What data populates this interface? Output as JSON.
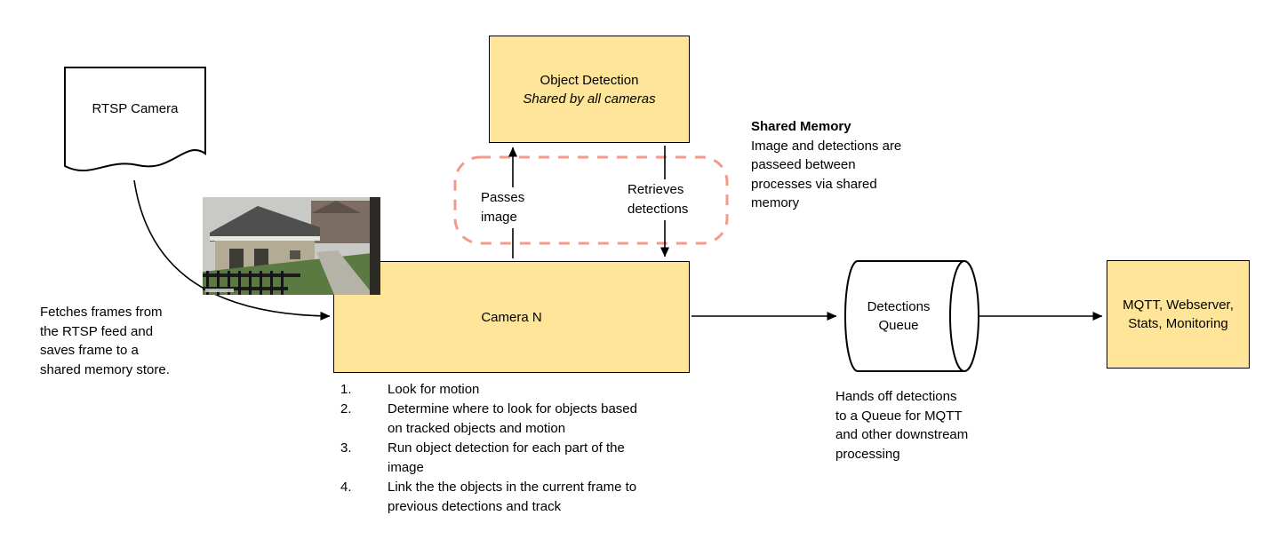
{
  "colors": {
    "node_fill": "#ffe599",
    "node_border": "#000000",
    "dashed_boundary": "#f4998c",
    "arrow": "#000000"
  },
  "nodes": {
    "rtsp_camera": {
      "label": "RTSP Camera"
    },
    "object_detection": {
      "title": "Object Detection",
      "subtitle": "Shared by all cameras"
    },
    "camera_n": {
      "label": "Camera N"
    },
    "detections_queue": {
      "label": "Detections Queue"
    },
    "outputs": {
      "label": "MQTT, Webserver, Stats, Monitoring"
    }
  },
  "edges": {
    "passes_image": {
      "label": "Passes image"
    },
    "retrieves_detections": {
      "label": "Retrieves detections"
    }
  },
  "annotations": {
    "shared_memory": {
      "title": "Shared Memory",
      "body": "Image and detections are passeed between processes via shared memory"
    },
    "fetch_note": "Fetches frames from the RTSP feed and saves frame to a shared memory store.",
    "queue_note": "Hands off detections to a Queue for MQTT and other downstream processing",
    "camera_steps": [
      {
        "num": "1.",
        "text": "Look for motion"
      },
      {
        "num": "2.",
        "text": "Determine where to look for objects based on tracked objects and motion"
      },
      {
        "num": "3.",
        "text": "Run object detection for each part of the image"
      },
      {
        "num": "4.",
        "text": "Link the the objects in the current frame to previous detections and track"
      }
    ]
  }
}
